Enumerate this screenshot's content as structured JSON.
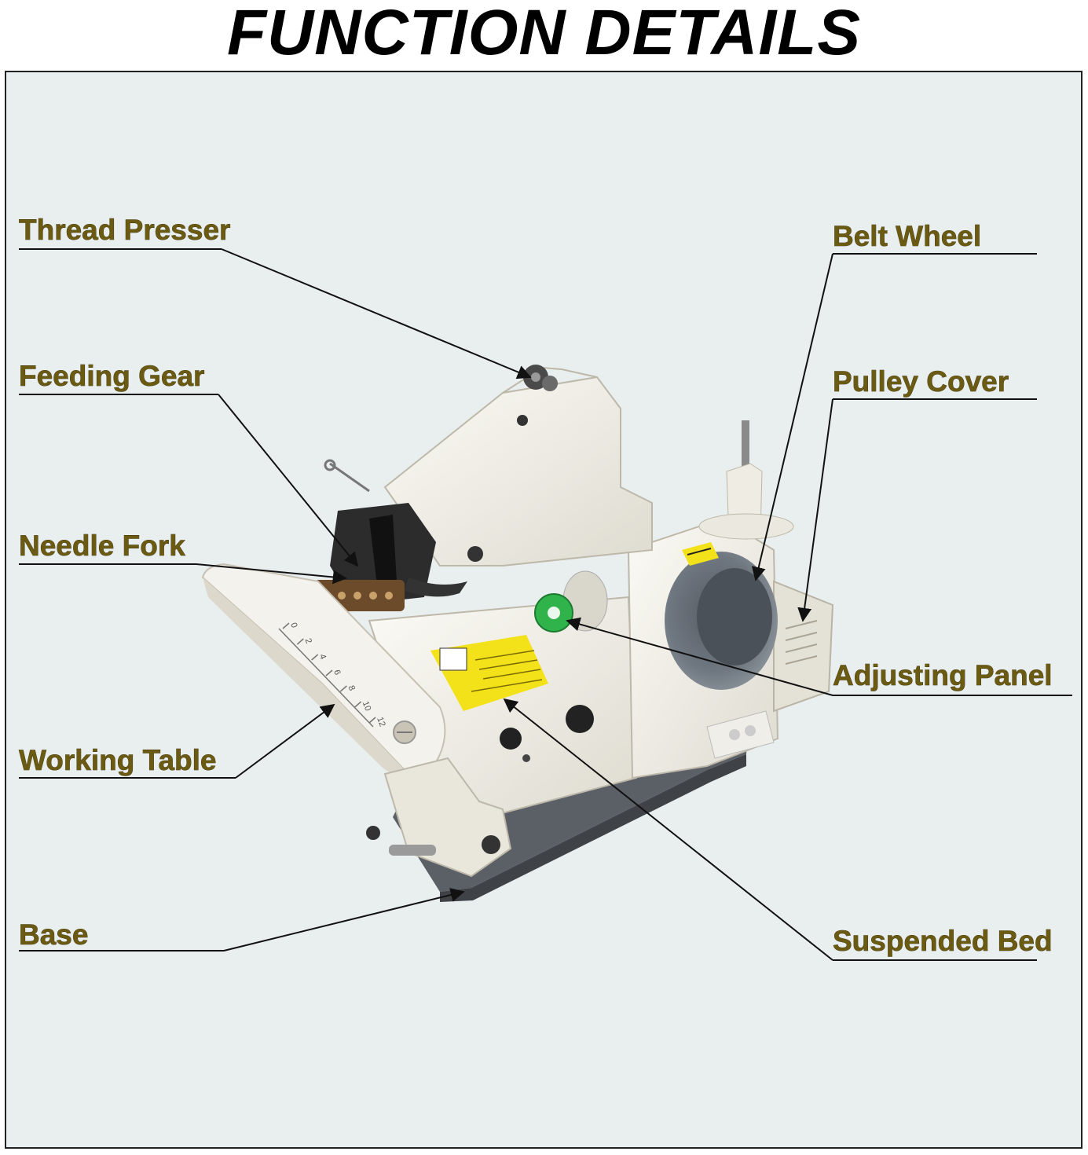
{
  "title": "FUNCTION DETAILS",
  "labels": {
    "thread_presser": "Thread Presser",
    "feeding_gear": "Feeding Gear",
    "needle_fork": "Needle Fork",
    "working_table": "Working Table",
    "base": "Base",
    "belt_wheel": "Belt Wheel",
    "pulley_cover": "Pulley Cover",
    "adjusting_panel": "Adjusting Panel",
    "suspended_bed": "Suspended Bed"
  },
  "ruler_ticks": [
    "0",
    "2",
    "4",
    "6",
    "8",
    "10",
    "12"
  ],
  "colors": {
    "label_text": "#6b5a12",
    "panel_bg": "#e9eeee",
    "machine_body": "#f3f1ea",
    "base_plate": "#5b5f66",
    "pulley": "#6f7780",
    "warning_label": "#f3e21a",
    "dial": "#2fb34a"
  }
}
